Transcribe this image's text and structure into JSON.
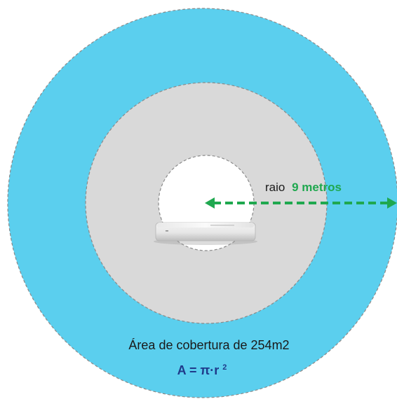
{
  "colors": {
    "outer_fill": "#5bcfee",
    "middle_fill": "#d9d9d9",
    "inner_fill": "#ffffff",
    "circle_stroke": "#8a8a8a",
    "arrow": "#1fa84f",
    "radius_value": "#1fa84f",
    "formula": "#1f3a8a",
    "text": "#1a1a1a"
  },
  "radius_label": {
    "prefix": "raio",
    "value": "9 metros"
  },
  "area_caption": "Área de cobertura de 254m2",
  "formula": {
    "lhs": "A = π·r",
    "exponent": "2"
  },
  "icons": {
    "device": "access-point-device-icon",
    "arrow": "double-headed-arrow-icon"
  }
}
